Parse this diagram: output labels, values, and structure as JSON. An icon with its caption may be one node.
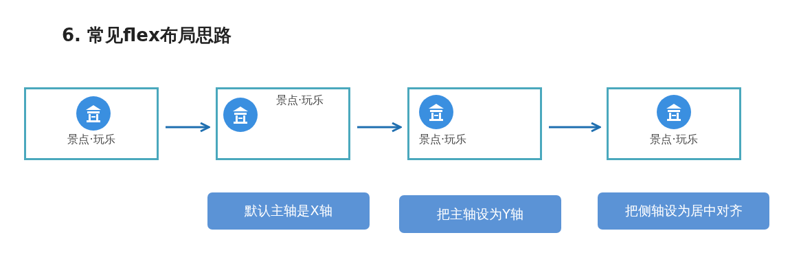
{
  "diagram": {
    "title": "6. 常见flex布局思路",
    "nodes": [
      {
        "text": [
          "景点·玩乐"
        ]
      },
      {
        "text": [
          "景点·玩乐"
        ]
      },
      {
        "text": [
          "景点·玩乐"
        ]
      },
      {
        "text": [
          "景点·玩乐"
        ]
      },
      {
        "text": [
          "默认主轴是X轴"
        ]
      },
      {
        "text": [
          "把主轴设为Y轴"
        ]
      },
      {
        "text": [
          "把侧轴设为居中对齐"
        ]
      }
    ],
    "edges": [
      {
        "from": 0,
        "to": 1,
        "arrow": "to"
      },
      {
        "from": 1,
        "to": 2,
        "arrow": "to"
      },
      {
        "from": 2,
        "to": 3,
        "arrow": "to"
      }
    ]
  }
}
